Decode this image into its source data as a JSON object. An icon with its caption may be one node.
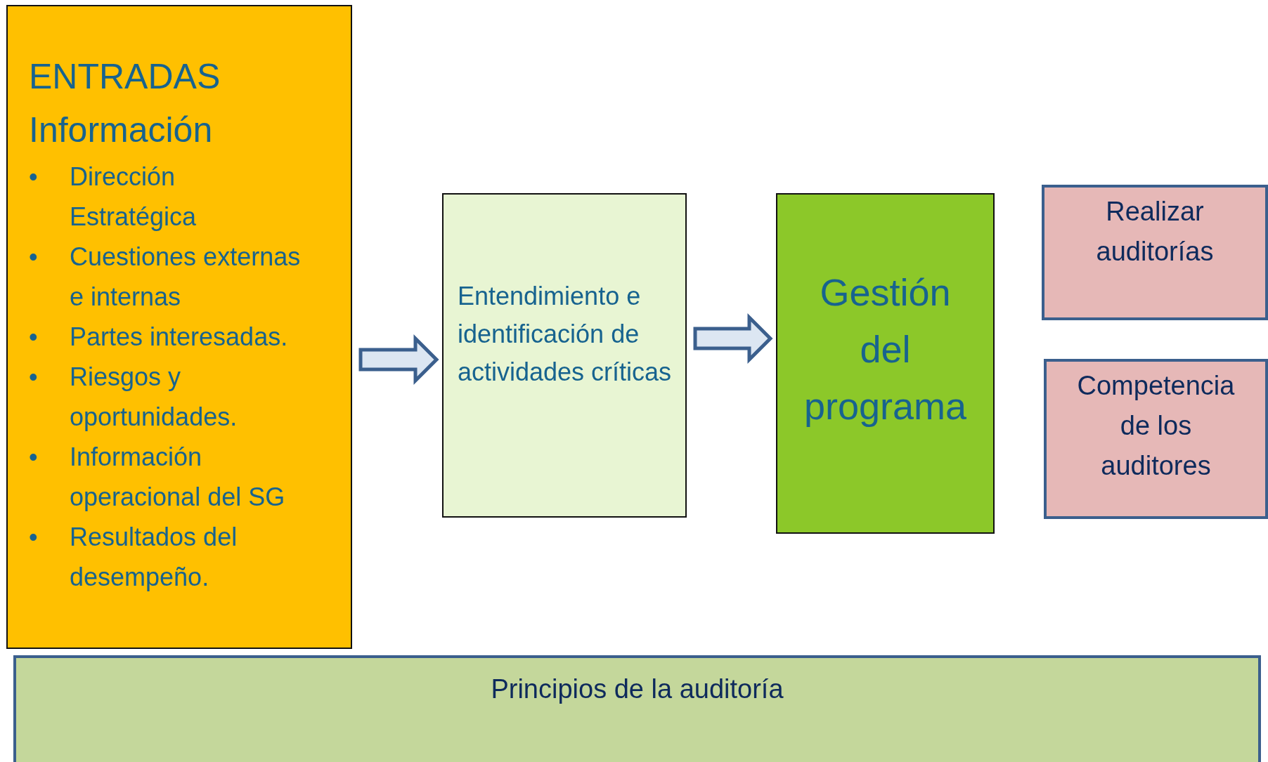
{
  "diagram": {
    "nodes": [
      {
        "text": [
          "ENTRADAS Información",
          "•\tDirección Estratégica",
          "•\tCuestiones externas e internas",
          "•\tPartes interesadas.",
          "•\tRiesgos y oportunidades.",
          "•\tInformación operacional del SG",
          "•\tResultados del desempeño."
        ]
      },
      {
        "text": [
          "Entendimiento e identificación de actividades críticas"
        ]
      },
      {
        "text": [
          "Gestión del programa"
        ]
      },
      {
        "text": [
          "Realizar auditorías"
        ]
      },
      {
        "text": [
          "Competencia de los auditores"
        ]
      },
      {
        "text": [
          "Principios de la auditoría"
        ]
      }
    ],
    "edges": [
      {
        "from": 0,
        "to": 1,
        "arrow": "to"
      },
      {
        "from": 1,
        "to": 2,
        "arrow": "to"
      }
    ]
  }
}
